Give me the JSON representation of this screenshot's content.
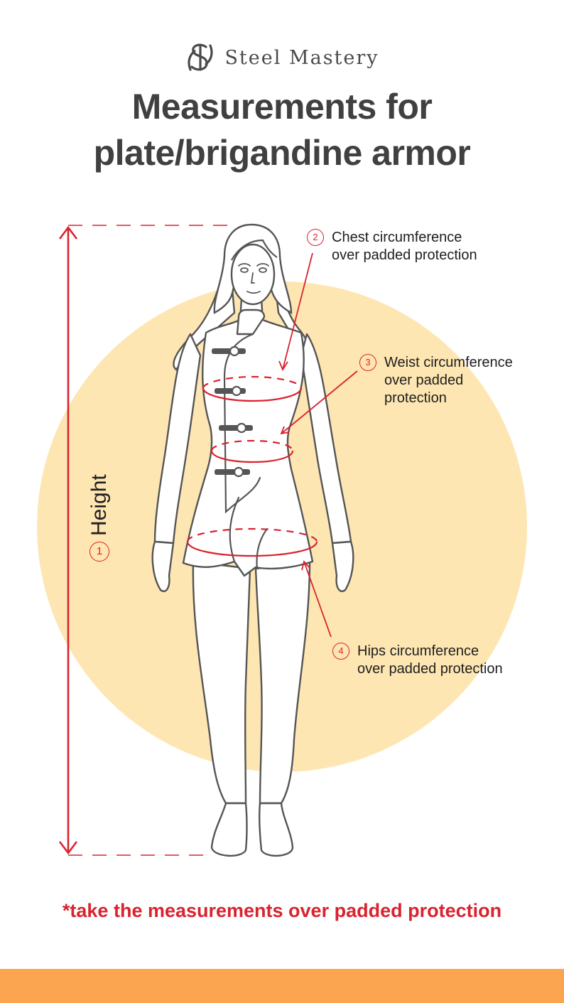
{
  "brand": {
    "name": "Steel Mastery",
    "logo_icon": "sm-monogram-icon"
  },
  "title": {
    "line1": "Measurements for",
    "line2": "plate/brigandine armor"
  },
  "measurements": [
    {
      "number": "1",
      "label": "Height"
    },
    {
      "number": "2",
      "lines": [
        "Chest circumference",
        "over padded protection"
      ]
    },
    {
      "number": "3",
      "lines": [
        "Weist circumference",
        "over padded",
        "protection"
      ]
    },
    {
      "number": "4",
      "lines": [
        "Hips circumference",
        "over padded protection"
      ]
    }
  ],
  "footnote": "*take the measurements over padded protection",
  "colors": {
    "accent_red": "#d9232f",
    "circle_bg": "#fde6b2",
    "footer_bar": "#fba551",
    "outline": "#555555",
    "title_text": "#404040"
  }
}
